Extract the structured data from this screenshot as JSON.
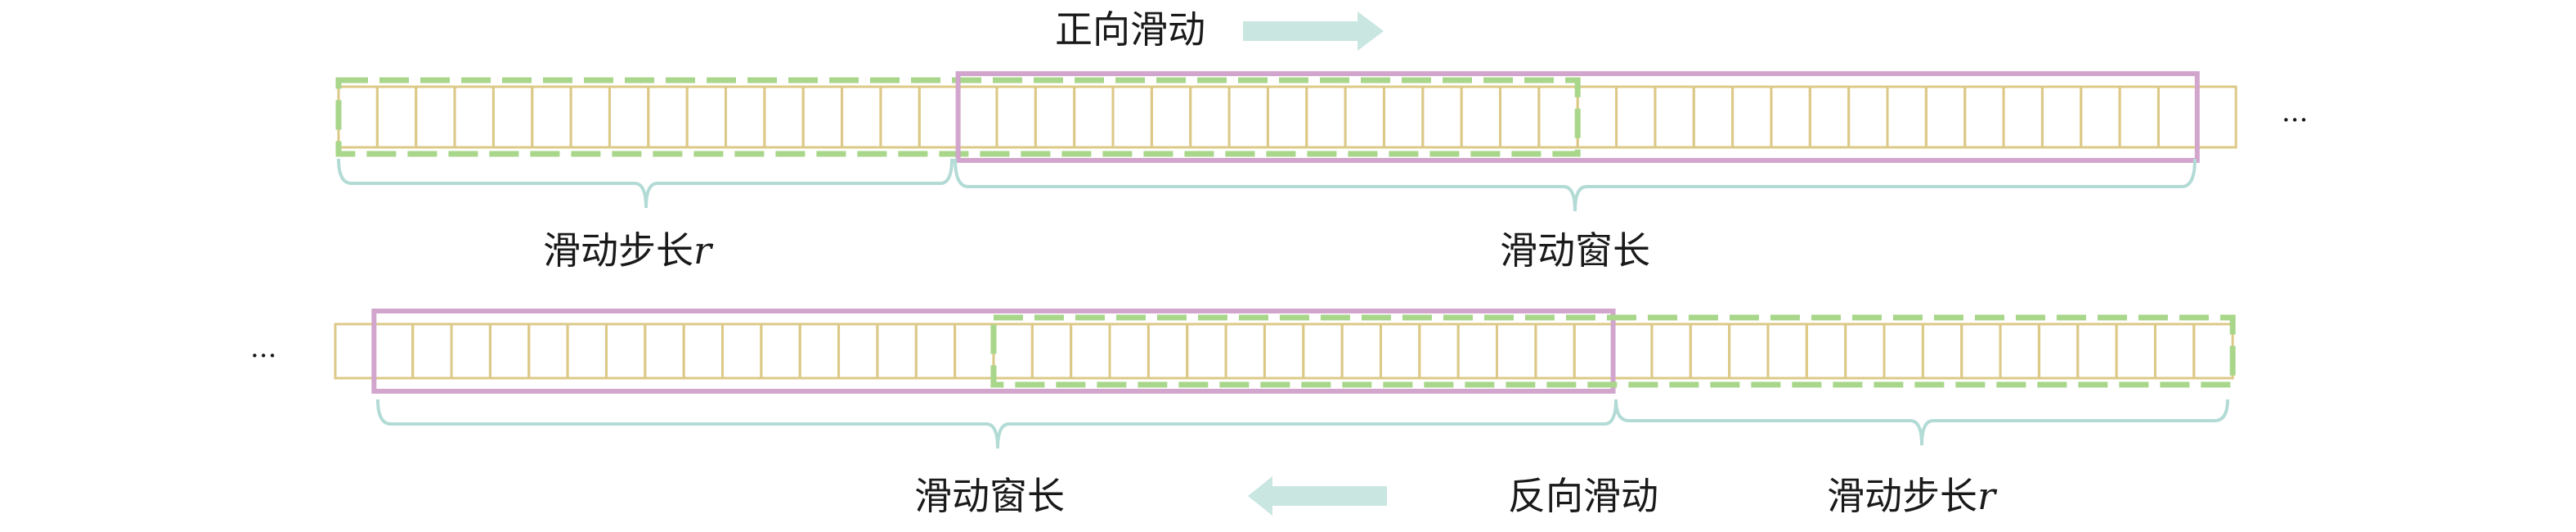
{
  "colors": {
    "cell": "#dcc987",
    "window_green": "#a8d68a",
    "window_purple": "#d2a5cd",
    "brace": "#b3dbd6",
    "arrow": "#c9e6e1"
  },
  "forward": {
    "title": "正向滑动",
    "ellipsis": "...",
    "cell_count": 49,
    "green_window_cells": [
      0,
      32
    ],
    "purple_window_cells": [
      16,
      48
    ],
    "step_label": "滑动步长",
    "step_var": "r",
    "window_label": "滑动窗长"
  },
  "reverse": {
    "title": "反向滑动",
    "ellipsis": "...",
    "cell_count": 49,
    "purple_window_cells": [
      1,
      33
    ],
    "green_window_cells": [
      17,
      49
    ],
    "window_label": "滑动窗长",
    "step_label": "滑动步长",
    "step_var": "r"
  }
}
